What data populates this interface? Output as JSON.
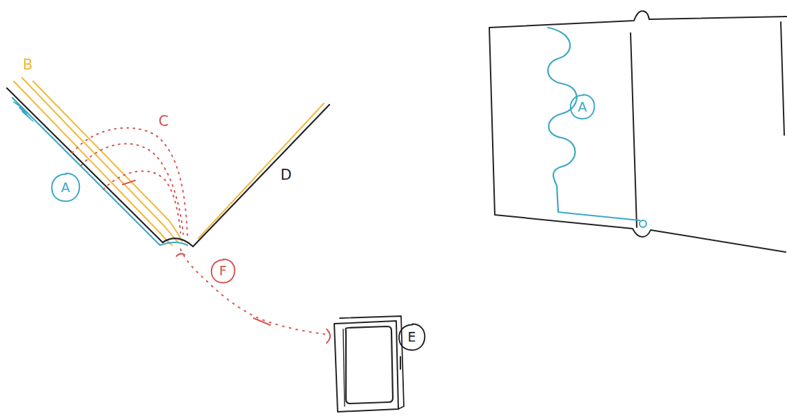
{
  "diagram": {
    "nodes": [
      {
        "text": [
          "A"
        ]
      },
      {
        "text": [
          "F"
        ]
      },
      {
        "text": [
          "E"
        ]
      },
      {
        "text": [
          "A"
        ]
      }
    ],
    "labels": [
      "B",
      "C",
      "D"
    ]
  }
}
